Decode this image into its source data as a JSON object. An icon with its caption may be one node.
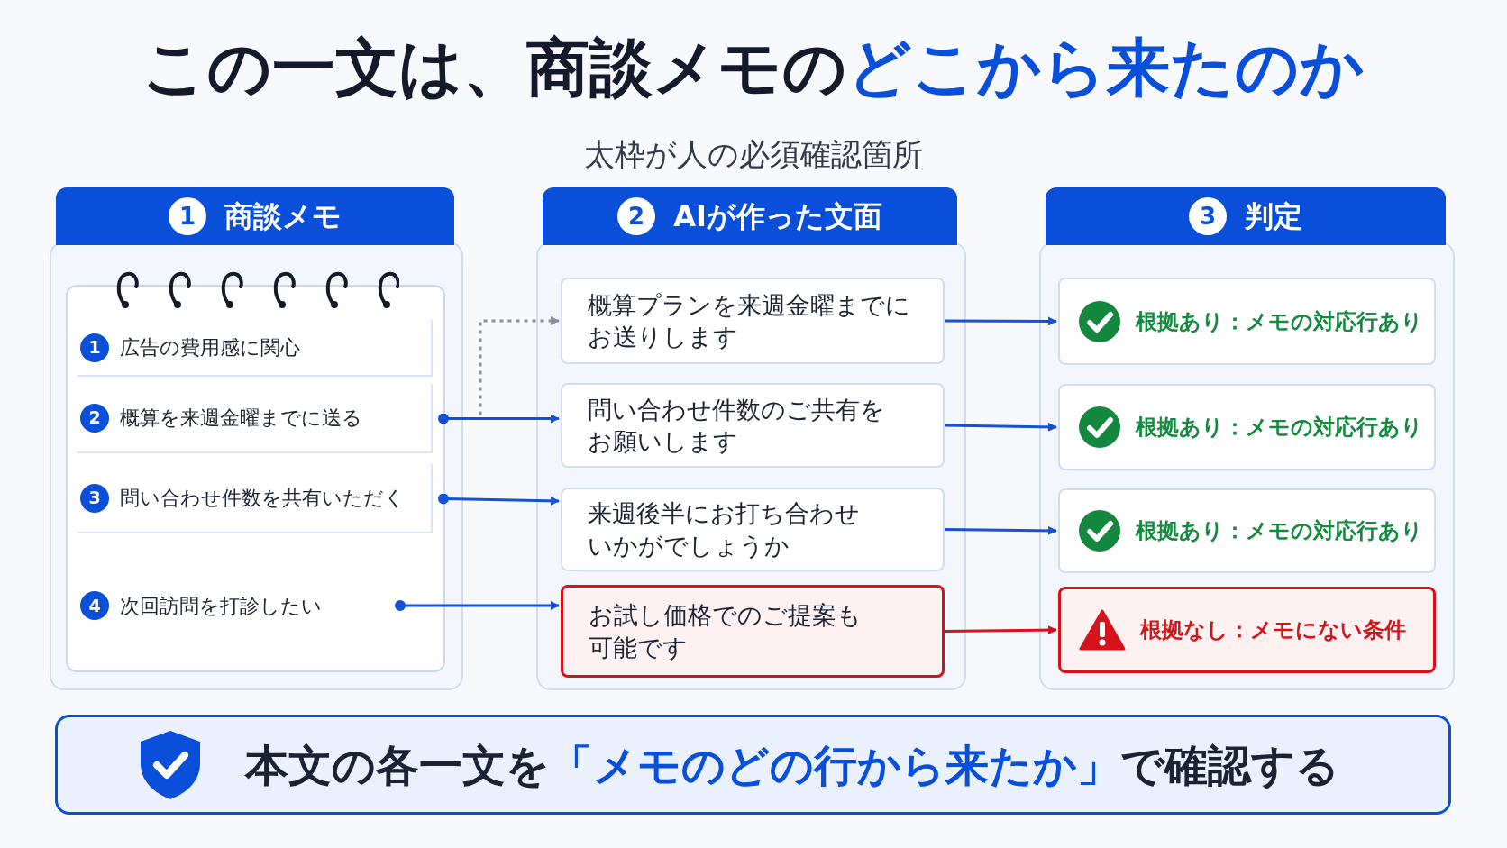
{
  "diagram": {
    "title": "この一文は、商談メモの",
    "nodes": [
      {
        "text": [
          "1",
          "商談メモ"
        ]
      },
      {
        "text": [
          "1",
          "広告の費用感に関心"
        ],
        "in": 0
      },
      {
        "text": [
          "2",
          "概算を来週金曜までに送る"
        ],
        "in": 0
      },
      {
        "text": [
          "3",
          "問い合わせ件数を共有いただく"
        ],
        "in": 0
      },
      {
        "text": [
          "4",
          "次回訪問を打診したい"
        ],
        "in": 0
      },
      {
        "text": [
          "2",
          "AIが作った文面"
        ]
      },
      {
        "text": [
          "概算プランを来週金曜までにお送りします"
        ],
        "in": 5
      },
      {
        "text": [
          "問い合わせ件数のご共有をお願いします"
        ],
        "in": 5
      },
      {
        "text": [
          "来週後半にお打ち合わせいかがでしょうか"
        ],
        "in": 5
      },
      {
        "text": [
          "お試し価格でのご提案も可能です"
        ],
        "in": 5
      },
      {
        "text": [
          "3",
          "判定"
        ]
      },
      {
        "text": [
          "根拠あり：メモの対応行あり"
        ],
        "in": 10
      },
      {
        "text": [
          "根拠あり：メモの対応行あり"
        ],
        "in": 10
      },
      {
        "text": [
          "根拠あり：メモの対応行あり"
        ],
        "in": 10
      },
      {
        "text": [
          "根拠なし：メモにない条件"
        ],
        "in": 10
      },
      {
        "text": [
          "本文の各一文を",
          "「メモのどの行から来たか」",
          "で確認する"
        ]
      }
    ],
    "edges": [
      {
        "from": 2,
        "to": 6,
        "arrow": "to",
        "style": "dashed",
        "color": "#8a8f99"
      },
      {
        "from": 2,
        "to": 7,
        "arrow": "to"
      },
      {
        "from": 3,
        "to": 8,
        "arrow": "to"
      },
      {
        "from": 4,
        "to": 9,
        "arrow": "to"
      },
      {
        "from": 6,
        "to": 11,
        "arrow": "to"
      },
      {
        "from": 7,
        "to": 12,
        "arrow": "to"
      },
      {
        "from": 8,
        "to": 13,
        "arrow": "to"
      },
      {
        "from": 9,
        "to": 14,
        "arrow": "to",
        "color": "#d3141b"
      }
    ],
    "labels": [
      "どこから来たのか",
      "太枠が人の必須確認箇所"
    ]
  }
}
